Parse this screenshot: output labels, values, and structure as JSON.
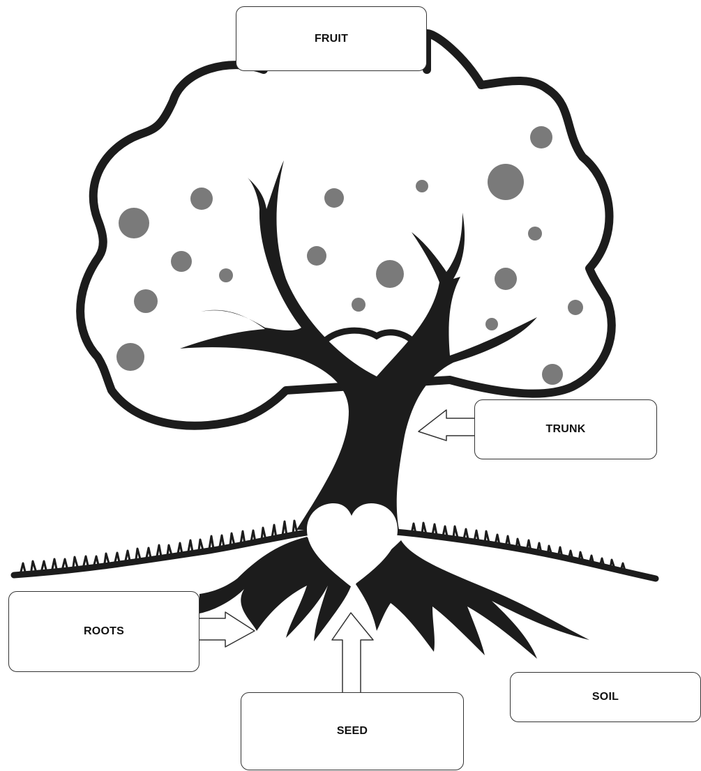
{
  "labels": {
    "fruit": "FRUIT",
    "trunk": "TRUNK",
    "roots": "ROOTS",
    "seed": "SEED",
    "soil": "SOIL"
  },
  "colors": {
    "ink": "#1c1c1c",
    "fruit": "#7a7a7a",
    "background": "#ffffff"
  }
}
